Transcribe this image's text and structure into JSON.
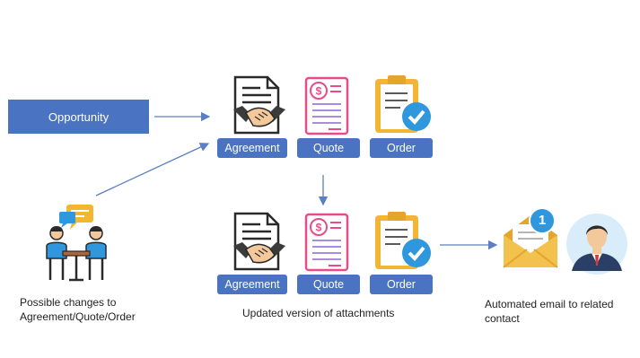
{
  "nodes": {
    "opportunity": "Opportunity",
    "top_row": {
      "agreement": "Agreement",
      "quote": "Quote",
      "order": "Order"
    },
    "bottom_row": {
      "agreement": "Agreement",
      "quote": "Quote",
      "order": "Order"
    }
  },
  "captions": {
    "changes_line1": "Possible changes to",
    "changes_line2": "Agreement/Quote/Order",
    "updated": "Updated version of attachments",
    "email_line1": "Automated email to related",
    "email_line2": "contact"
  },
  "notification_badge": "1",
  "colors": {
    "box_fill": "#4a73c2",
    "arrow": "#5b7fc4",
    "gold": "#f2b632",
    "check_blue": "#2f97de"
  },
  "icons": [
    "contract-handshake-icon",
    "quote-invoice-icon",
    "order-clipboard-icon",
    "meeting-discussion-icon",
    "email-notification-icon",
    "contact-person-icon"
  ]
}
